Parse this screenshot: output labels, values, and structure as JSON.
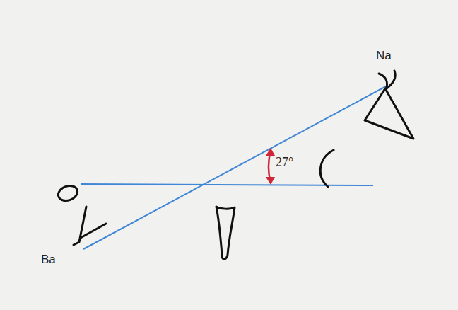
{
  "diagram": {
    "labels": [
      "Na",
      "Ba",
      "27°"
    ]
  }
}
